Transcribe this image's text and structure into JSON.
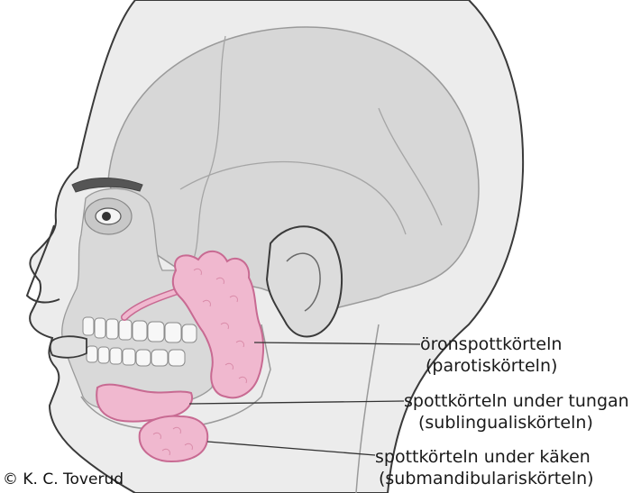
{
  "labels": {
    "parotid": {
      "line1": "öronspottkörteln",
      "line2": "(parotiskörteln)"
    },
    "sublingual": {
      "line1": "spottkörteln under tungan",
      "line2": "(sublingualiskörteln)"
    },
    "submandibular": {
      "line1": "spottkörteln under käken",
      "line2": "(submandibulariskörteln)"
    }
  },
  "copyright": "© K. C. Toverud",
  "colors": {
    "skin": "#e9e9e9",
    "skull": "#d2d2d2",
    "outline": "#3a3a3a",
    "gland": "#f0b8cf",
    "gland_outline": "#c86a92"
  }
}
